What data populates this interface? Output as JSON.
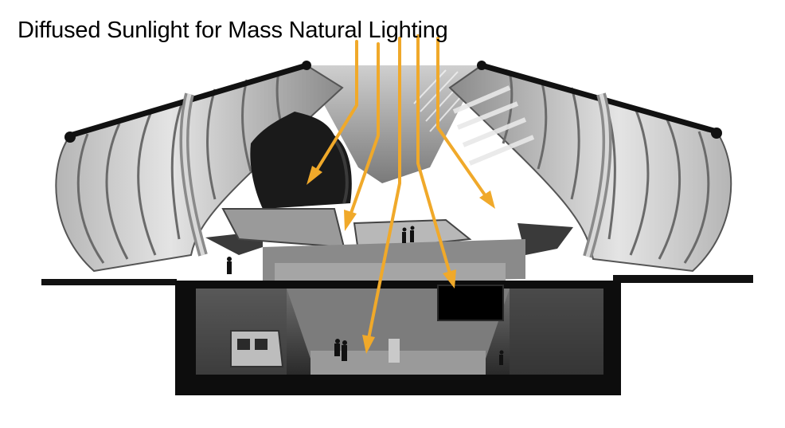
{
  "title": "Diffused Sunlight for Mass Natural Lighting",
  "colors": {
    "arrow": "#f0a92a",
    "background": "#ffffff",
    "ground": "#0b0b0b",
    "canopy_light": "#dcdcdc",
    "canopy_mid": "#9a9a9a",
    "canopy_dark": "#4a4a4a"
  },
  "icons": [
    "sunlight-arrow",
    "human-figure",
    "train-icon",
    "tree-icon"
  ]
}
